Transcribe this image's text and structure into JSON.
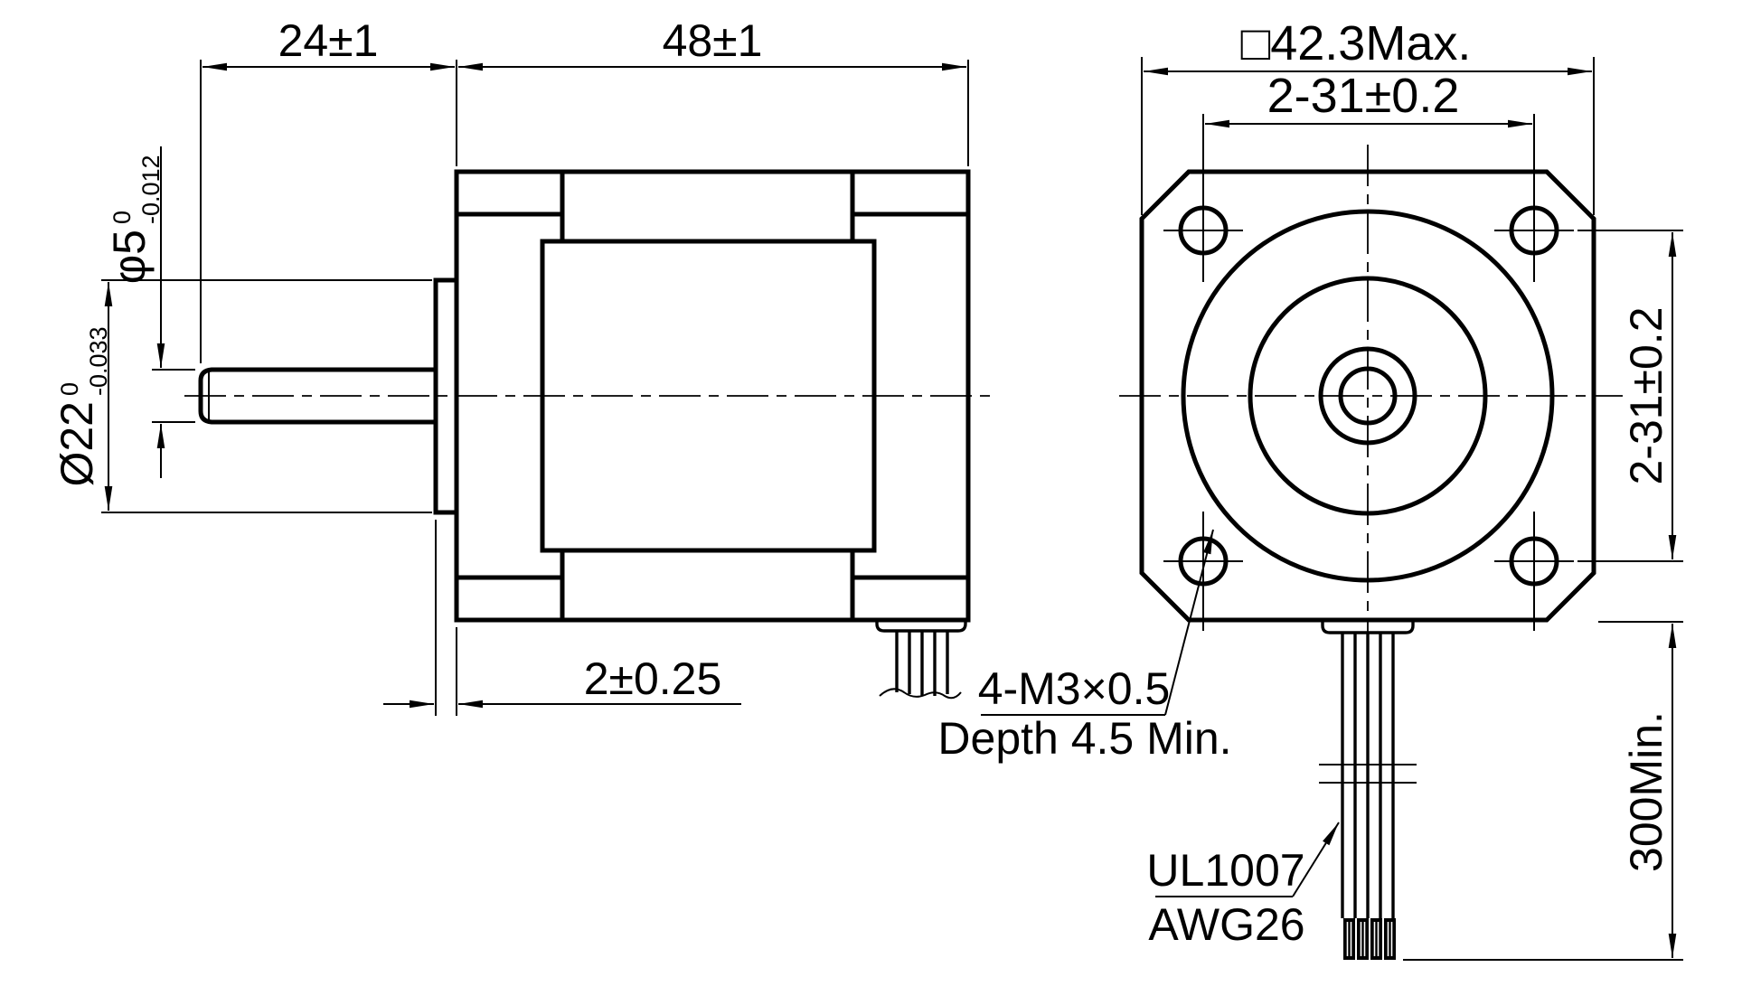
{
  "side_view": {
    "dim_shaft_to_face": "24±1",
    "dim_body_length": "48±1",
    "dim_pilot_depth": "2±0.25",
    "shaft_dia": {
      "main": "φ5",
      "tol_top": "0",
      "tol_bottom": "-0.012"
    },
    "pilot_dia": {
      "main": "Ø22",
      "tol_top": "0",
      "tol_bottom": "-0.033"
    }
  },
  "front_view": {
    "dim_flange_square": "□42.3Max.",
    "dim_hole_pitch_h": "2-31±0.2",
    "dim_hole_pitch_v": "2-31±0.2",
    "dim_lead_length": "300Min.",
    "thread_note": {
      "line1": "4-M3×0.5",
      "line2": "Depth 4.5 Min."
    },
    "lead_wire_note": {
      "line1": "UL1007",
      "line2": "AWG26"
    }
  },
  "colors": {
    "line": "#000000",
    "background": "#ffffff"
  }
}
